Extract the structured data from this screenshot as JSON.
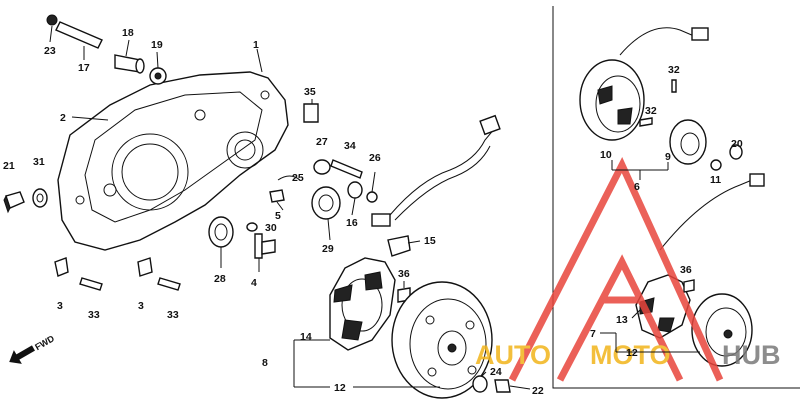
{
  "diagram": {
    "fwd_label": "FWD",
    "callouts": {
      "c1": "1",
      "c2": "2",
      "c3a": "3",
      "c3b": "3",
      "c4": "4",
      "c5": "5",
      "c6": "6",
      "c7": "7",
      "c8": "8",
      "c9": "9",
      "c10": "10",
      "c11": "11",
      "c12a": "12",
      "c12b": "12",
      "c13": "13",
      "c14": "14",
      "c15": "15",
      "c16": "16",
      "c17": "17",
      "c18": "18",
      "c19": "19",
      "c20": "20",
      "c21": "21",
      "c22": "22",
      "c23": "23",
      "c24": "24",
      "c25": "25",
      "c26": "26",
      "c27": "27",
      "c28": "28",
      "c29": "29",
      "c30": "30",
      "c31": "31",
      "c32a": "32",
      "c32b": "32",
      "c33a": "33",
      "c33b": "33",
      "c34": "34",
      "c35": "35",
      "c36a": "36",
      "c36b": "36"
    }
  },
  "watermark": {
    "text_auto": "AUTO",
    "text_moto": "MOTO",
    "text_hub": "HUB",
    "color_red": "#e8453c",
    "color_yellow": "#f2b51b",
    "color_gray": "#7a7a7a"
  }
}
